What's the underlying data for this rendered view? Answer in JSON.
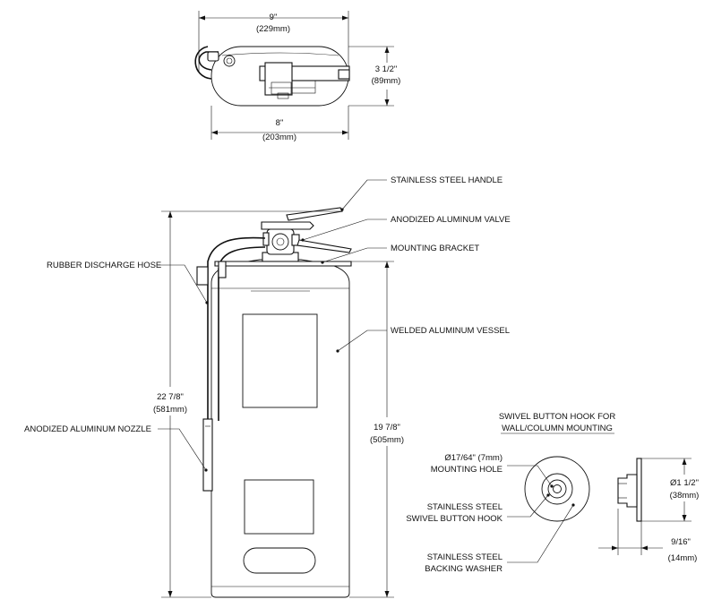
{
  "top_view": {
    "width_in": "9\"",
    "width_mm": "(229mm)",
    "depth_in": "3 1/2\"",
    "depth_mm": "(89mm)",
    "base_in": "8\"",
    "base_mm": "(203mm)"
  },
  "front_view": {
    "labels": {
      "handle": "STAINLESS STEEL HANDLE",
      "valve": "ANODIZED ALUMINUM VALVE",
      "bracket": "MOUNTING BRACKET",
      "hose": "RUBBER DISCHARGE HOSE",
      "vessel": "WELDED ALUMINUM VESSEL",
      "nozzle": "ANODIZED ALUMINUM NOZZLE"
    },
    "overall_height_in": "22 7/8\"",
    "overall_height_mm": "(581mm)",
    "vessel_height_in": "19 7/8\"",
    "vessel_height_mm": "(505mm)"
  },
  "hook_detail": {
    "title_line1": "SWIVEL BUTTON HOOK FOR",
    "title_line2": "WALL/COLUMN MOUNTING",
    "hole_line1": "Ø17/64\" (7mm)",
    "hole_line2": "MOUNTING HOLE",
    "hook_line1": "STAINLESS STEEL",
    "hook_line2": "SWIVEL BUTTON HOOK",
    "washer_line1": "STAINLESS STEEL",
    "washer_line2": "BACKING WASHER",
    "diameter_in": "Ø1 1/2\"",
    "diameter_mm": "(38mm)",
    "depth_in": "9/16\"",
    "depth_mm": "(14mm)"
  }
}
